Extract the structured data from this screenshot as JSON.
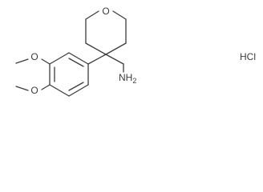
{
  "molecule": {
    "ring_oxygen": "O",
    "methoxy_upper_oxygen": "O",
    "methoxy_lower_oxygen": "O",
    "amine": "NH",
    "amine_subscript": "2",
    "salt": "HCl"
  },
  "colors": {
    "bond": "#3c3c3c",
    "background": "#ffffff"
  }
}
